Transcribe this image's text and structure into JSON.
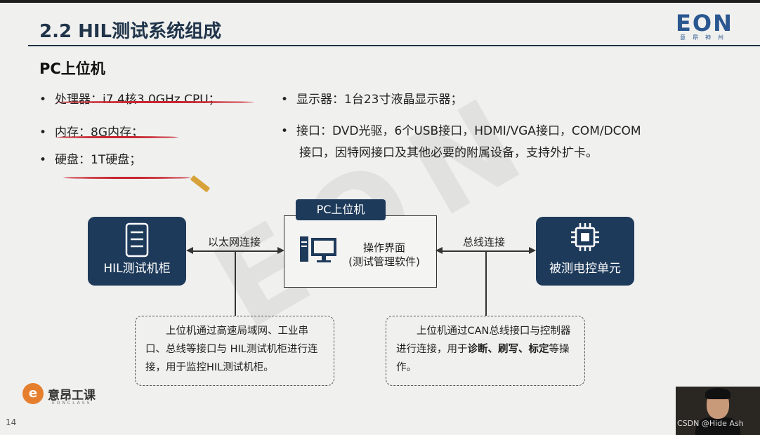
{
  "slide": {
    "title": "2.2 HIL测试系统组成",
    "section": "PC上位机",
    "page_number": "14"
  },
  "logo": {
    "brand": "EON",
    "sub": "意昂神州"
  },
  "bullets_left": [
    "处理器：i7 4核3.0GHz CPU；",
    "内存：8G内存；",
    "硬盘：1T硬盘；"
  ],
  "bullets_right": {
    "display": "显示器：1台23寸液晶显示器；",
    "ports_line1": "接口：DVD光驱，6个USB接口，HDMI/VGA接口，COM/DCOM",
    "ports_line2": "接口，因特网接口及其他必要的附属设备，支持外扩卡。"
  },
  "diagram": {
    "left_node": "HIL测试机柜",
    "right_node": "被测电控单元",
    "center_tab": "PC上位机",
    "center_line1": "操作界面",
    "center_line2": "(测试管理软件)",
    "left_conn": "以太网连接",
    "right_conn": "总线连接",
    "note_left": "上位机通过高速局域网、工业串口、总线等接口与 HIL测试机柜进行连接，用于监控HIL测试机柜。",
    "note_right_prefix": "上位机通过CAN总线接口与控制器进行连接，用于",
    "note_right_bold": "诊断、刷写、标定",
    "note_right_suffix": "等操作。"
  },
  "watermark": "EON",
  "footer": {
    "brand": "意昂工课",
    "brand_en": "EONCLASS"
  },
  "webcam": {
    "caption": "CSDN @Hide Ash"
  },
  "colors": {
    "navy": "#1e3a5a",
    "title": "#1f3349",
    "accent_red": "#c8262f",
    "logo_blue": "#2a5790",
    "logo_orange": "#e57f2e"
  }
}
